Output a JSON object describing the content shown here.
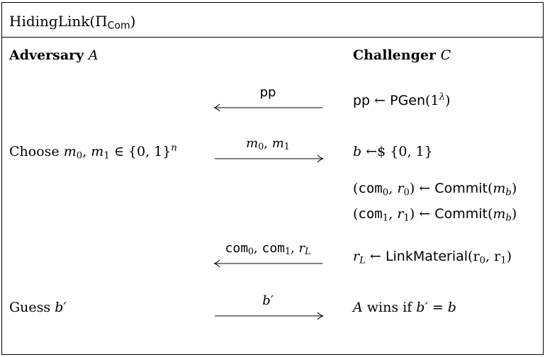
{
  "title": {
    "prefix": "HidingLink(Π",
    "scheme": "Com",
    "suffix": ")"
  },
  "columns": {
    "adversary": {
      "label": "Adversary",
      "symbol": "A"
    },
    "challenger": {
      "label": "Challenger",
      "symbol": "C"
    }
  },
  "messages": {
    "pp": "pp",
    "m": {
      "m0": "m",
      "sub0": "0",
      "comma": ", ",
      "m1": "m",
      "sub1": "1"
    },
    "commits": {
      "com0": "com",
      "s0": "0",
      "com1": "com",
      "s1": "1",
      "rL": "r",
      "sL": "L"
    },
    "guess": "b′"
  },
  "adversary_steps": {
    "choose": {
      "pre": "Choose ",
      "m0": "m",
      "s0": "0",
      "mid": ", ",
      "m1": "m",
      "s1": "1",
      "in": " ∈ {0, 1}",
      "n": "n"
    },
    "guess": {
      "pre": "Guess ",
      "b": "b′"
    }
  },
  "challenger_steps": {
    "pgen": {
      "pp": "pp",
      "arrow": " ← ",
      "fn": "PGen",
      "open": "(1",
      "lam": "λ",
      "close": ")"
    },
    "sample": {
      "b": "b",
      "op": " ←$ ",
      "set": "{0, 1}"
    },
    "commit0": {
      "open": "(",
      "com": "com",
      "sc": "0",
      "mid": ", ",
      "r": "r",
      "sr": "0",
      "close": ") ← ",
      "fn": "Commit",
      "arg_open": "(",
      "m": "m",
      "sm": "b",
      "arg_close": ")"
    },
    "commit1": {
      "open": "(",
      "com": "com",
      "sc": "1",
      "mid": ", ",
      "r": "r",
      "sr": "1",
      "close": ") ← ",
      "fn": "Commit",
      "arg_open": "(",
      "m": "m",
      "sm": "b",
      "arg_close": ")"
    },
    "link": {
      "r": "r",
      "sr": "L",
      "arrow": " ← ",
      "fn": "LinkMaterial",
      "args": "(r",
      "a0": "0",
      "mid": ", r",
      "a1": "1",
      "close": ")"
    },
    "win": {
      "A": "A",
      "text": " wins if ",
      "cond": "b′ = b"
    }
  }
}
